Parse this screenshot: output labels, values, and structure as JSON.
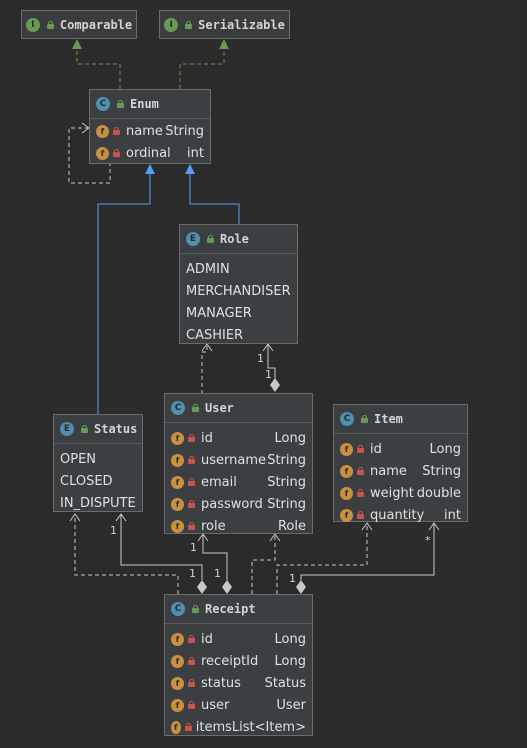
{
  "classes": {
    "comparable": {
      "name": "Comparable",
      "kind": "I"
    },
    "serializable": {
      "name": "Serializable",
      "kind": "I"
    },
    "enum": {
      "name": "Enum",
      "kind": "C",
      "fields": [
        {
          "name": "name",
          "type": "String"
        },
        {
          "name": "ordinal",
          "type": "int"
        }
      ]
    },
    "role": {
      "name": "Role",
      "kind": "E",
      "constants": [
        "ADMIN",
        "MERCHANDISER",
        "MANAGER",
        "CASHIER"
      ]
    },
    "status": {
      "name": "Status",
      "kind": "E",
      "constants": [
        "OPEN",
        "CLOSED",
        "IN_DISPUTE"
      ]
    },
    "user": {
      "name": "User",
      "kind": "C",
      "fields": [
        {
          "name": "id",
          "type": "Long"
        },
        {
          "name": "username",
          "type": "String"
        },
        {
          "name": "email",
          "type": "String"
        },
        {
          "name": "password",
          "type": "String"
        },
        {
          "name": "role",
          "type": "Role"
        }
      ]
    },
    "item": {
      "name": "Item",
      "kind": "C",
      "fields": [
        {
          "name": "id",
          "type": "Long"
        },
        {
          "name": "name",
          "type": "String"
        },
        {
          "name": "weight",
          "type": "double"
        },
        {
          "name": "quantity",
          "type": "int"
        }
      ]
    },
    "receipt": {
      "name": "Receipt",
      "kind": "C",
      "fields": [
        {
          "name": "id",
          "type": "Long"
        },
        {
          "name": "receiptId",
          "type": "Long"
        },
        {
          "name": "status",
          "type": "Status"
        },
        {
          "name": "user",
          "type": "User"
        },
        {
          "name": "items",
          "type": "List<Item>"
        }
      ]
    }
  },
  "multiplicities": {
    "role_user_1": "1",
    "role_user_2": "1",
    "status_receipt_1": "1",
    "status_receipt_2": "1",
    "user_receipt_1": "1",
    "user_receipt_2": "1",
    "receipt_item_1": "1",
    "receipt_item_many": "*"
  },
  "icons": {
    "interface": "interface-badge-icon",
    "class": "class-badge-icon",
    "enum": "enum-badge-icon",
    "field": "field-badge-icon",
    "private": "private-lock-icon",
    "public": "public-lock-icon"
  },
  "colors": {
    "background": "#2b2b2b",
    "box": "#3c3f41",
    "realization": "#6a9955",
    "inheritance": "#589df6",
    "association": "#c8c8c8"
  }
}
